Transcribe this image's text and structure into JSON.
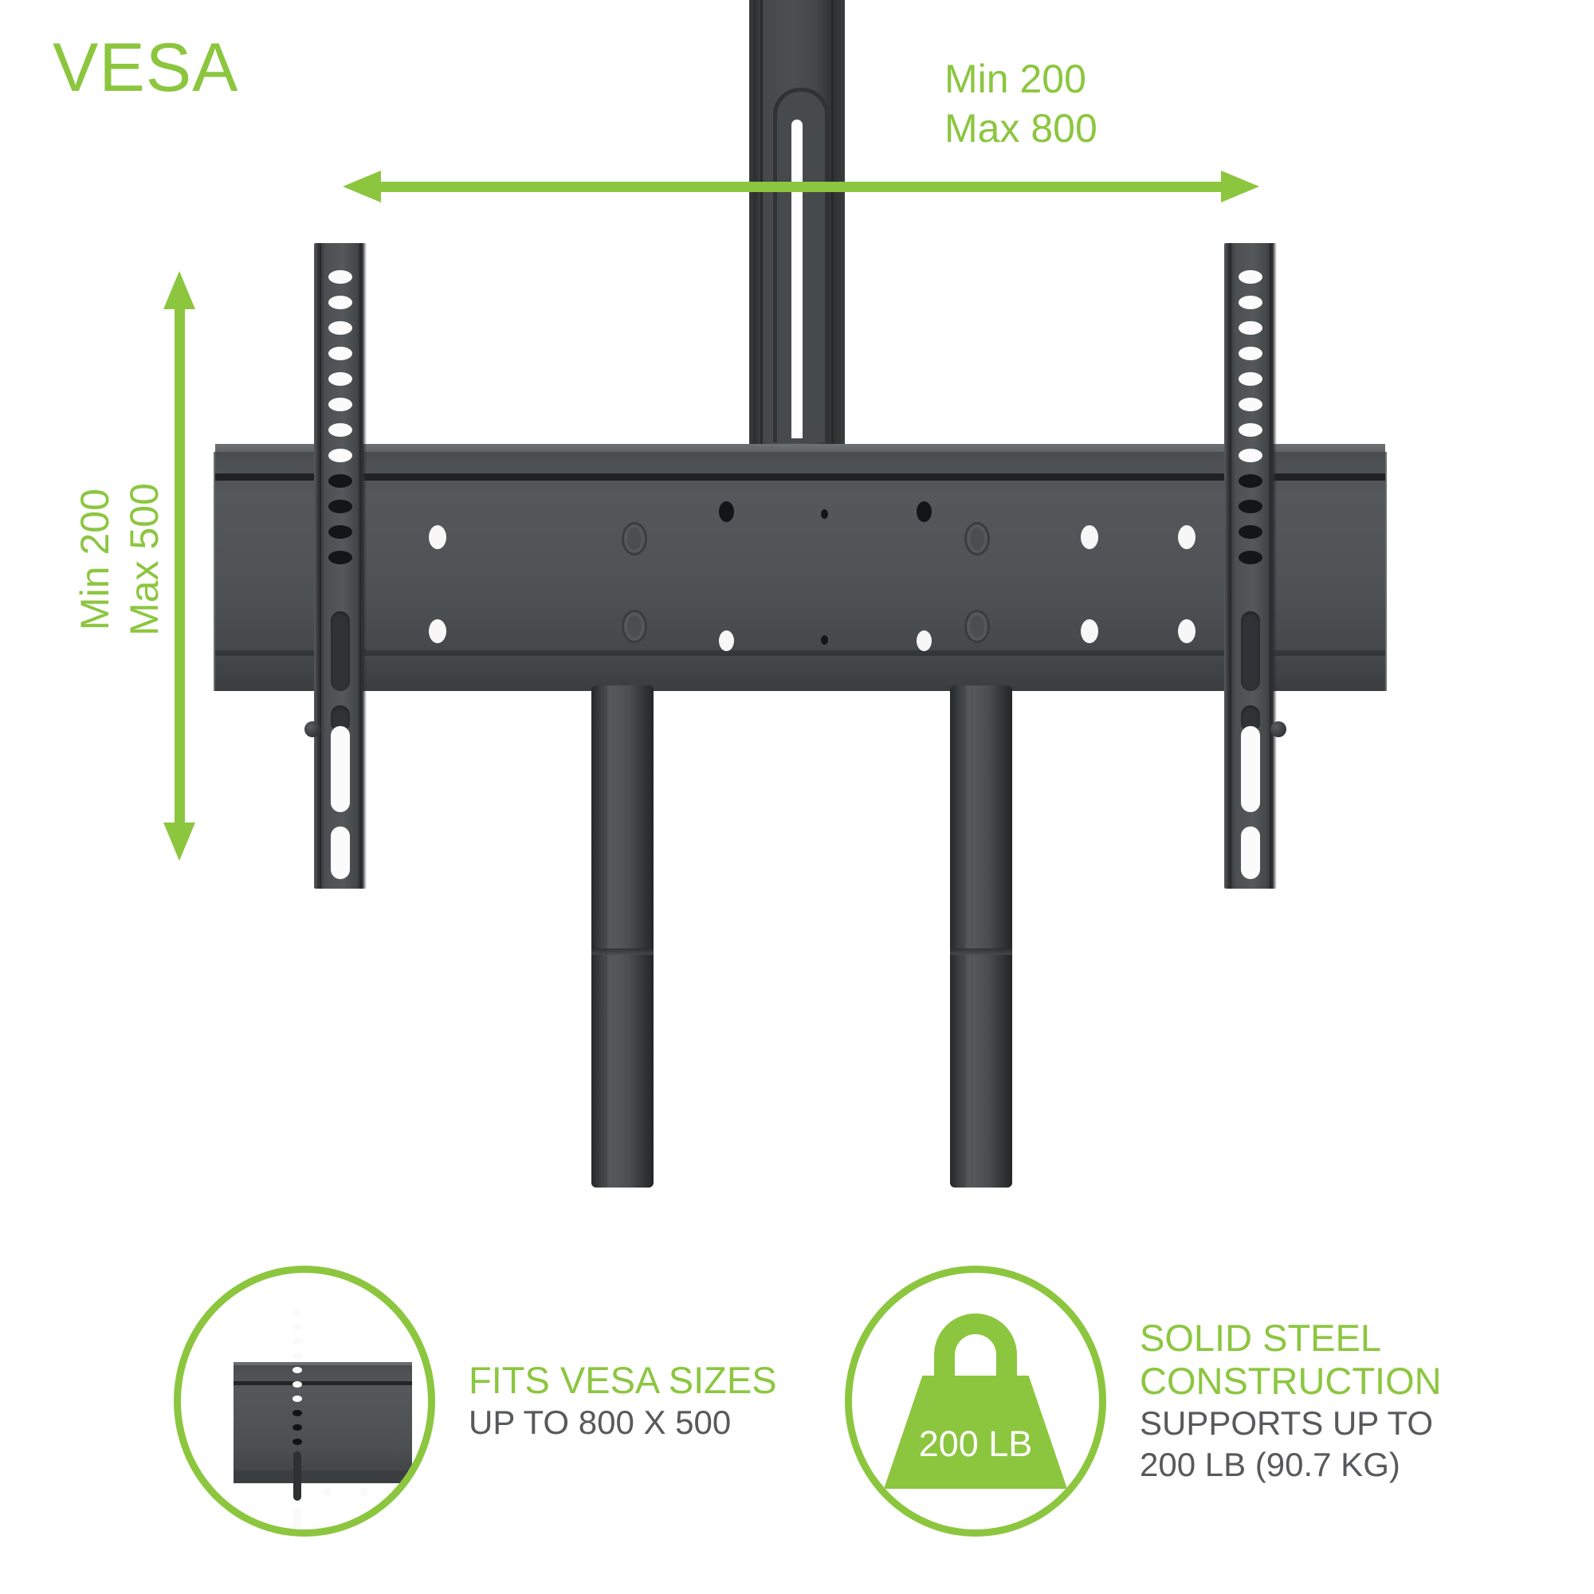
{
  "title": "VESA",
  "colors": {
    "accent_green": "#8CC63F",
    "body_gray": "#58595B",
    "metal_dark": "#2C2E30",
    "metal_light": "#55585A",
    "background": "#FFFFFF"
  },
  "dimensions": {
    "horizontal": {
      "min_label": "Min 200",
      "max_label": "Max 800",
      "icon": "double-headed-horizontal-arrow"
    },
    "vertical": {
      "min_label": "Min 200",
      "max_label": "Max 500",
      "icon": "double-headed-vertical-arrow"
    }
  },
  "product": {
    "name": "tv-mount-bracket-assembly",
    "parts": [
      "center-upright-post",
      "horizontal-crossbar",
      "left-vertical-rail",
      "right-vertical-rail",
      "left-support-tube",
      "right-support-tube"
    ]
  },
  "features": [
    {
      "icon": "vesa-bracket-icon",
      "headline": "FITS VESA SIZES",
      "subline": "UP TO 800 X 500"
    },
    {
      "icon": "weight-icon",
      "icon_label": "200 LB",
      "headline_line1": "SOLID STEEL",
      "headline_line2": "CONSTRUCTION",
      "subline_line1": "SUPPORTS UP TO",
      "subline_line2": "200 LB (90.7 KG)"
    }
  ]
}
